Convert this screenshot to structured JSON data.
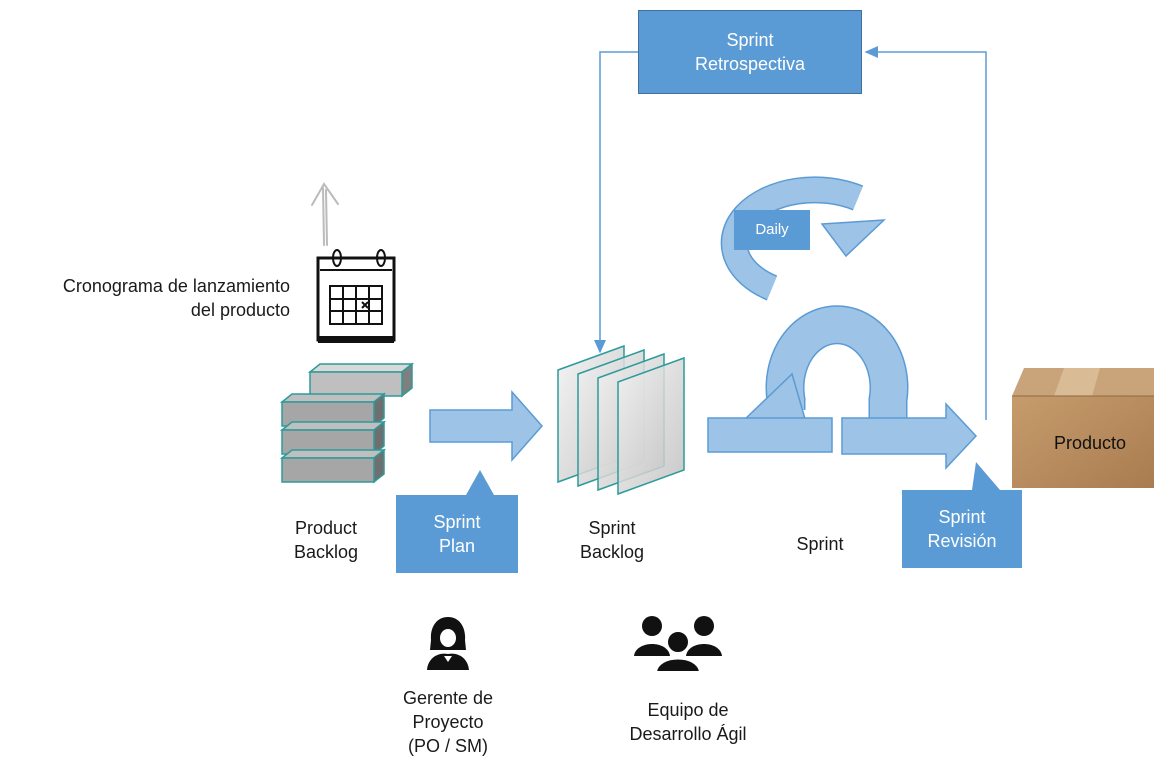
{
  "release_schedule": {
    "line1": "Cronograma de lanzamiento",
    "line2": "del producto"
  },
  "product_backlog": {
    "line1": "Product",
    "line2": "Backlog"
  },
  "sprint_plan": {
    "line1": "Sprint",
    "line2": "Plan"
  },
  "sprint_backlog": {
    "line1": "Sprint",
    "line2": "Backlog"
  },
  "sprint": {
    "label": "Sprint"
  },
  "daily": {
    "label": "Daily"
  },
  "retrospective": {
    "line1": "Sprint",
    "line2": "Retrospectiva"
  },
  "review": {
    "line1": "Sprint",
    "line2": "Revisión"
  },
  "product": {
    "label": "Producto"
  },
  "project_manager": {
    "line1": "Gerente de",
    "line2": "Proyecto",
    "line3": "(PO / SM)"
  },
  "dev_team": {
    "line1": "Equipo de",
    "line2": "Desarrollo Ágil"
  },
  "colors": {
    "box_blue": "#5b9bd5",
    "arrow_light_blue": "#9dc3e6",
    "arrow_outline": "#5b9bd5",
    "backlog_block_gray": "#a6a6a6",
    "backlog_block_outline": "#2e9a9a",
    "box_brown": "#b98e5e"
  }
}
